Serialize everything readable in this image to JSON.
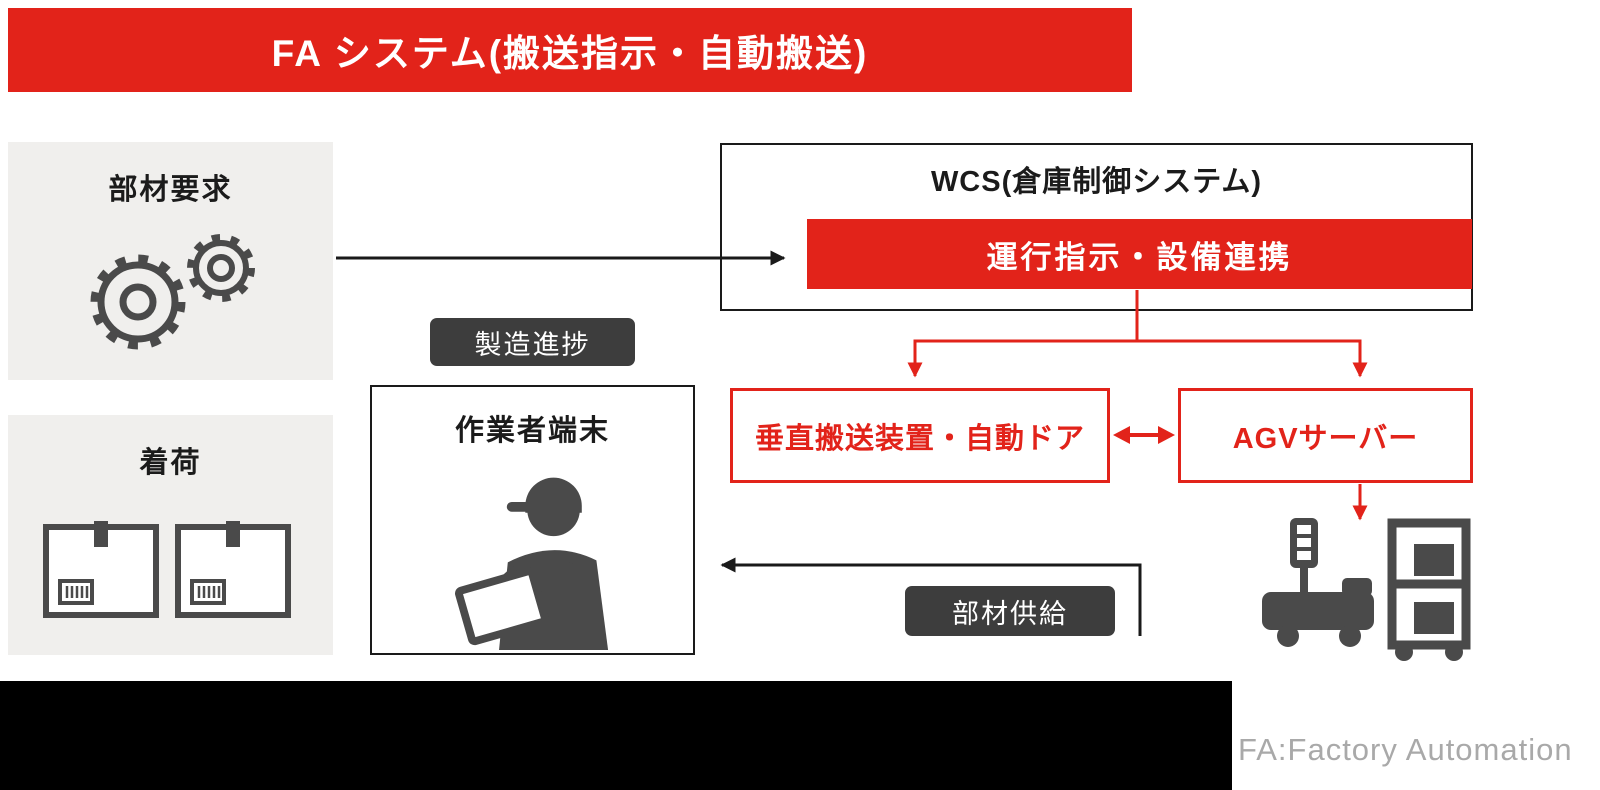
{
  "banner": {
    "title": "FA システム(搬送指示・自動搬送)"
  },
  "sources": {
    "parts_request": {
      "label": "部材要求",
      "icon": "gears-icon"
    },
    "arrival": {
      "label": "着荷",
      "icon": "packages-icon"
    }
  },
  "wcs": {
    "title": "WCS(倉庫制御システム)",
    "command_bar": "運行指示・設備連携"
  },
  "devices": {
    "vertical_transport": {
      "label": "垂直搬送装置・自動ドア"
    },
    "agv_server": {
      "label": "AGVサーバー"
    },
    "agv_icon": "agv-with-cart-icon"
  },
  "worker": {
    "terminal_label": "作業者端末",
    "icon": "worker-with-tablet-icon"
  },
  "badges": {
    "manufacturing_progress": "製造進捗",
    "parts_supply": "部材供給"
  },
  "footer": {
    "note": "FA:Factory Automation"
  },
  "colors": {
    "accent_red": "#e2231a",
    "dark_badge": "#3d3d3d",
    "panel_gray": "#f0efed",
    "icon_gray": "#4a4a4a",
    "line_black": "#1a1a1a",
    "footer_gray": "#a9a9a9",
    "bottom_block": "#000000"
  }
}
